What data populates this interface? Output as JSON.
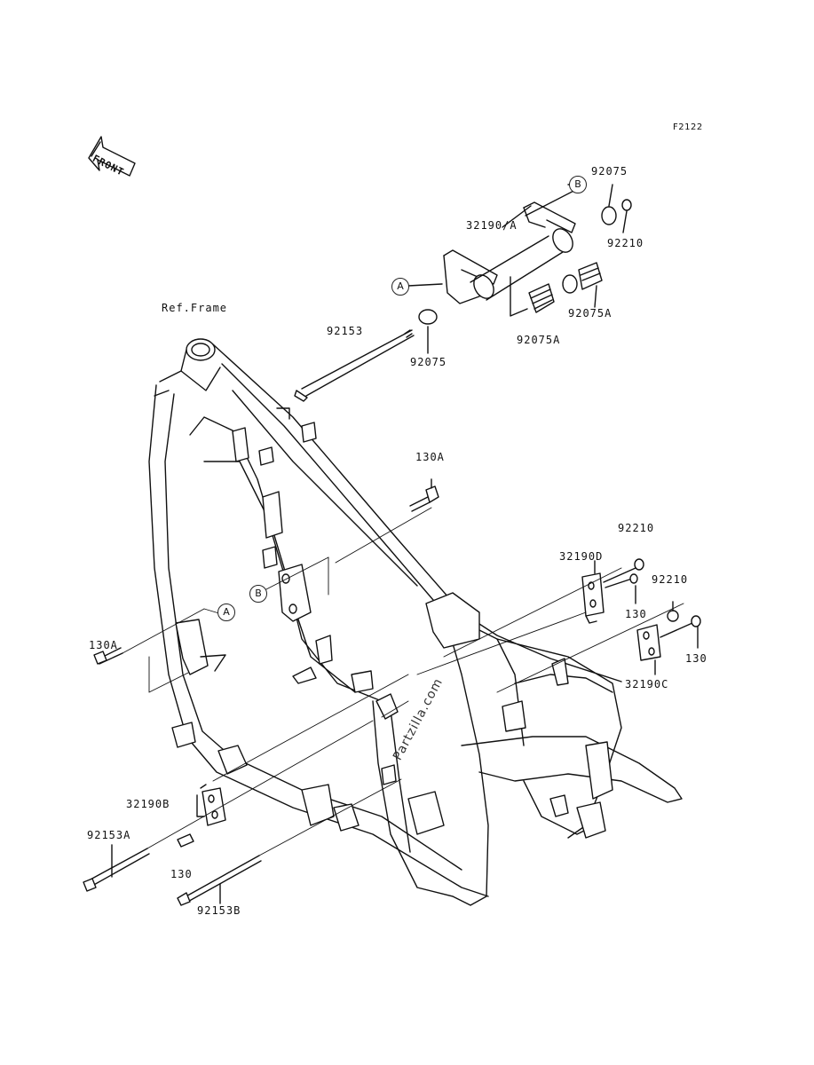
{
  "figure_code": "F2122",
  "front_indicator": "FRONT",
  "watermark": "Partzilla.com",
  "copyright": "",
  "callouts": [
    {
      "id": "lbl-92075-top",
      "text": "92075"
    },
    {
      "id": "lbl-32190-a",
      "text": "32190/A"
    },
    {
      "id": "lbl-92210-top",
      "text": "92210"
    },
    {
      "id": "lbl-92075a-right",
      "text": "92075A"
    },
    {
      "id": "lbl-92075a-low",
      "text": "92075A"
    },
    {
      "id": "lbl-ref-frame",
      "text": "Ref.Frame"
    },
    {
      "id": "lbl-92153",
      "text": "92153"
    },
    {
      "id": "lbl-92075-mid",
      "text": "92075"
    },
    {
      "id": "lbl-130a-mid",
      "text": "130A"
    },
    {
      "id": "lbl-92210-mid",
      "text": "92210"
    },
    {
      "id": "lbl-32190d",
      "text": "32190D"
    },
    {
      "id": "lbl-92210-right",
      "text": "92210"
    },
    {
      "id": "lbl-130-d",
      "text": "130"
    },
    {
      "id": "lbl-130-right",
      "text": "130"
    },
    {
      "id": "lbl-32190c",
      "text": "32190C"
    },
    {
      "id": "lbl-130a-left",
      "text": "130A"
    },
    {
      "id": "lbl-32190b",
      "text": "32190B"
    },
    {
      "id": "lbl-92153a",
      "text": "92153A"
    },
    {
      "id": "lbl-130-bottom",
      "text": "130"
    },
    {
      "id": "lbl-92153b",
      "text": "92153B"
    }
  ],
  "markers": {
    "b_top": "B",
    "a_top": "A",
    "b_mid": "B",
    "a_left": "A"
  }
}
